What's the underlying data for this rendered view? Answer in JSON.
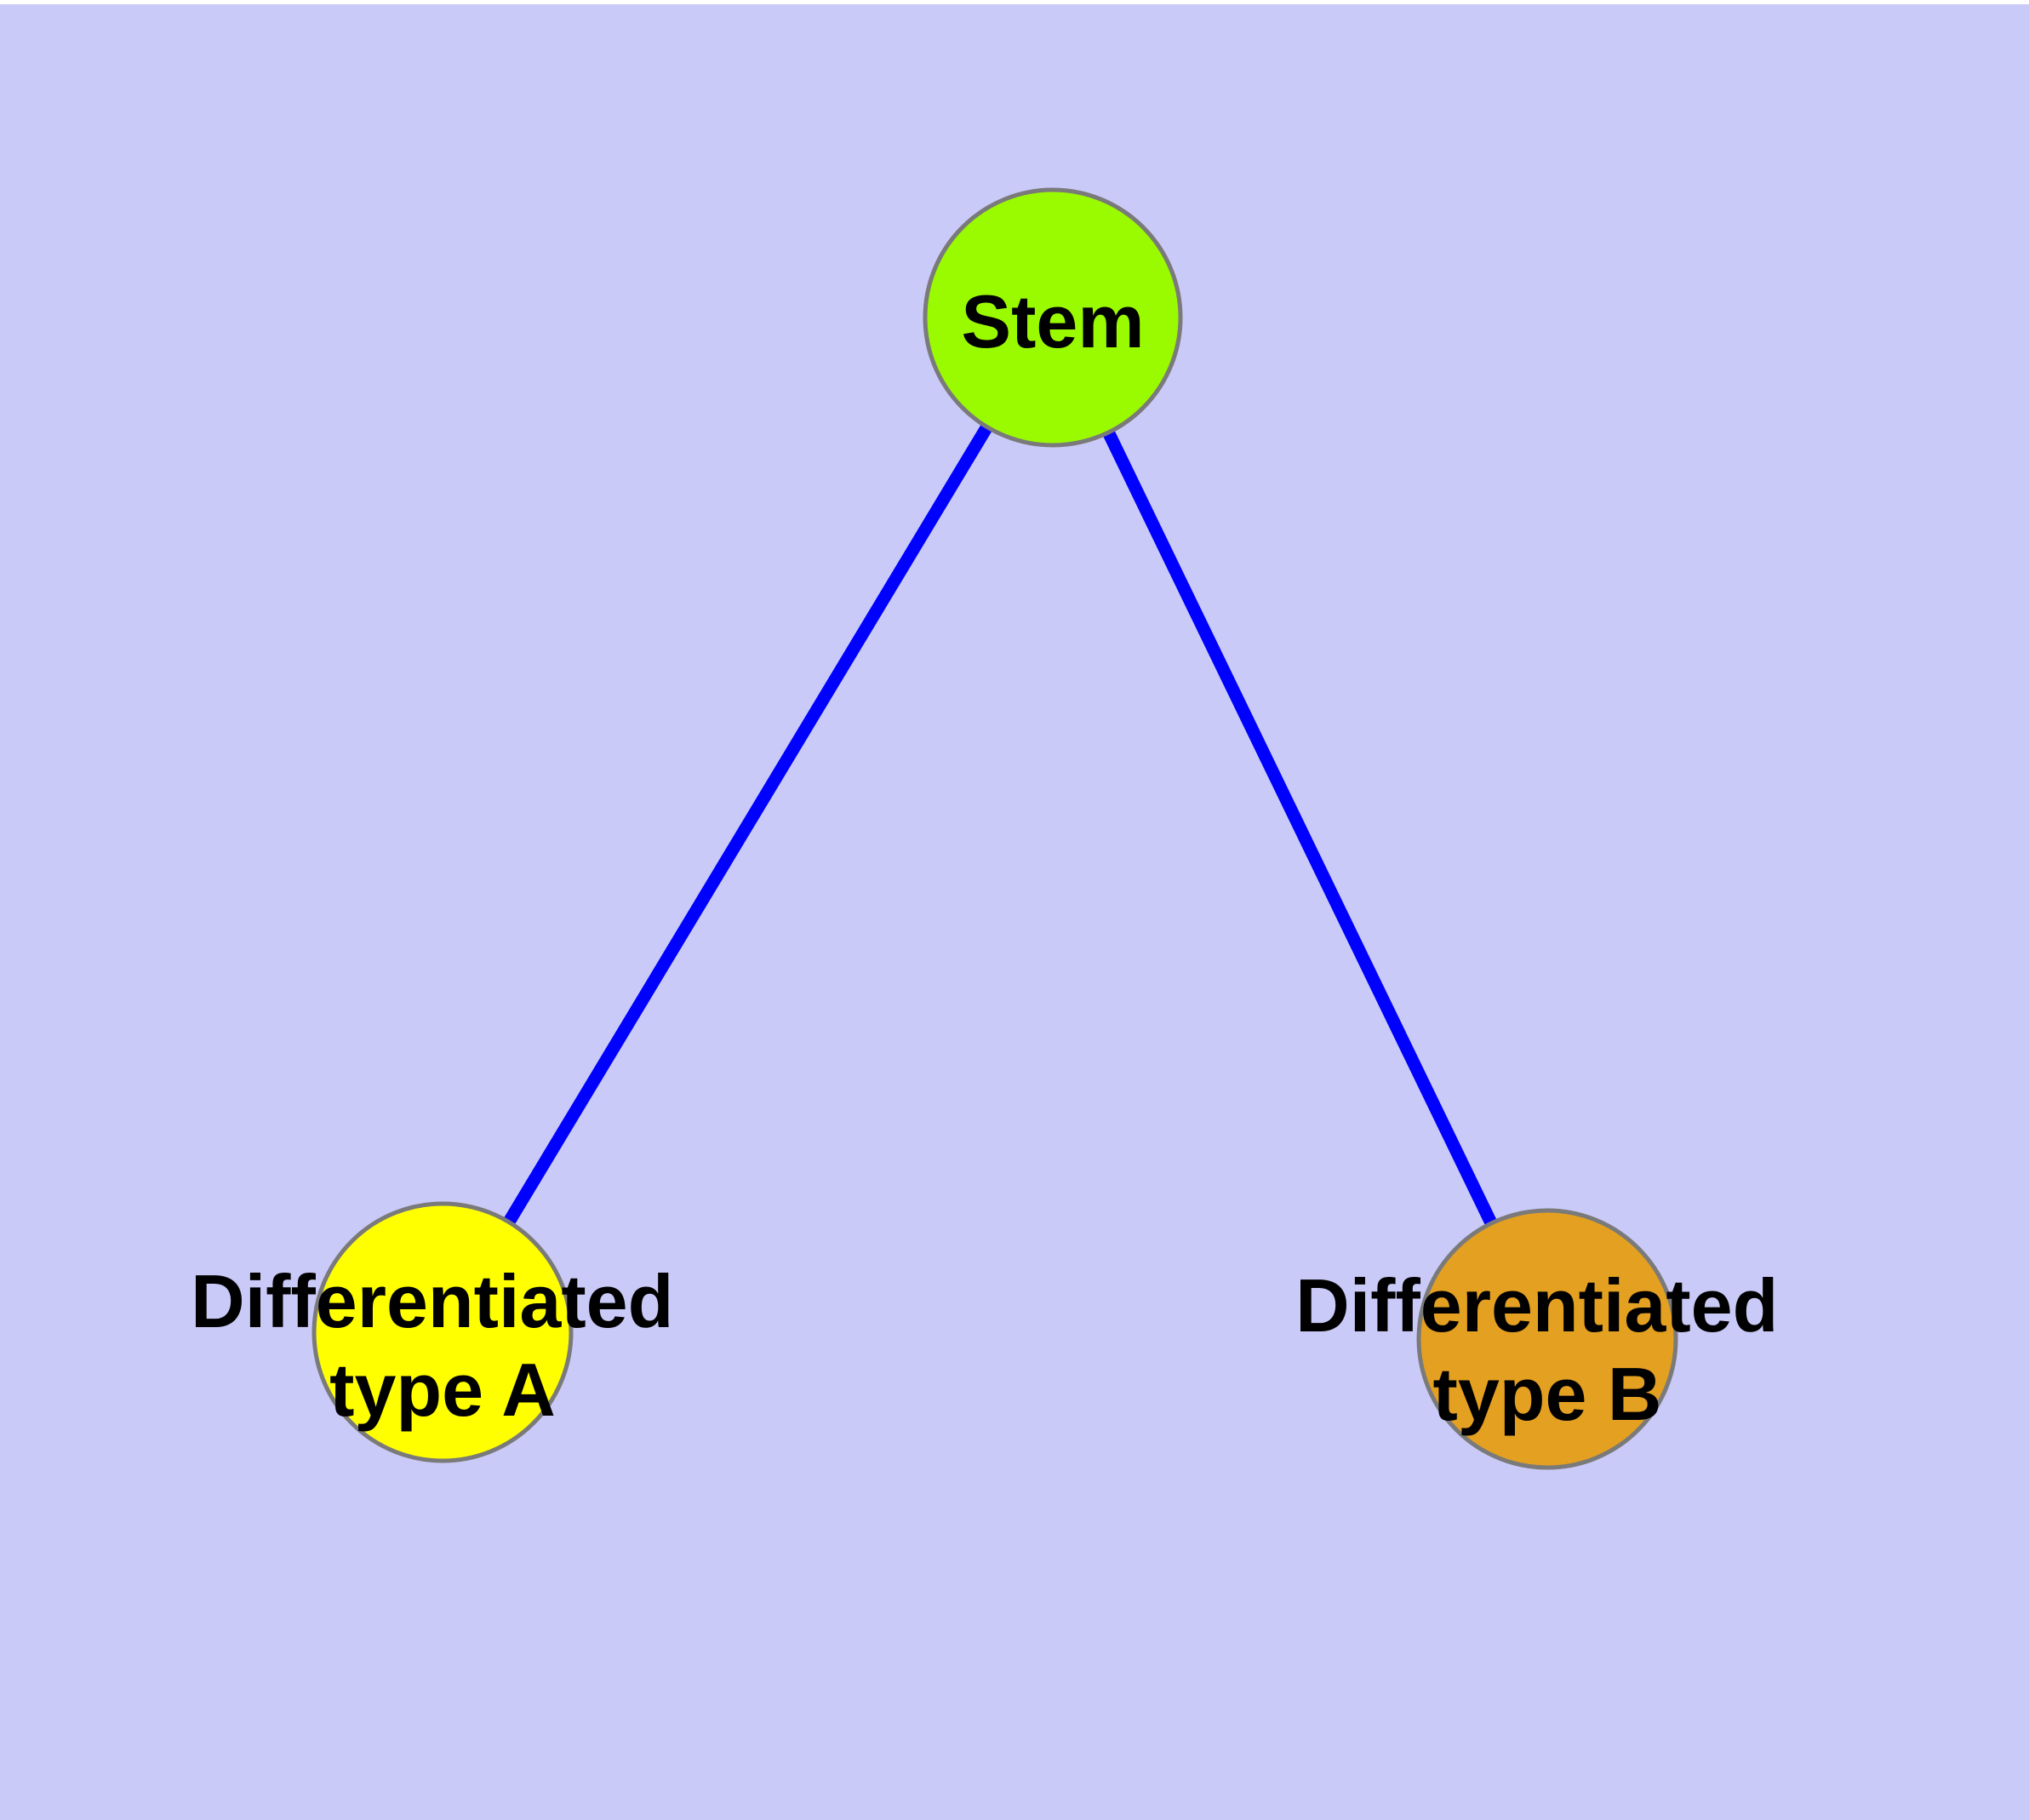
{
  "diagram": {
    "description": "Cell differentiation graph with a stem node and two differentiated type nodes",
    "background_color": "#CACAF8",
    "top_strip_color": "#FFFFFF",
    "edge_color": "#0000FF",
    "node_border_color": "#7A7A7A",
    "label_color": "#000000",
    "nodes": [
      {
        "id": "stem",
        "label": "Stem",
        "fill": "#9AFB00"
      },
      {
        "id": "differentiated-type-a",
        "label_line1": "Differentiated",
        "label_line2": "type A",
        "fill": "#FFFF00"
      },
      {
        "id": "differentiated-type-b",
        "label_line1": "Differentiated",
        "label_line2": "type B",
        "fill": "#E4A020"
      }
    ],
    "edges": [
      {
        "from": "stem",
        "to": "differentiated-type-a"
      },
      {
        "from": "stem",
        "to": "differentiated-type-b"
      }
    ]
  }
}
